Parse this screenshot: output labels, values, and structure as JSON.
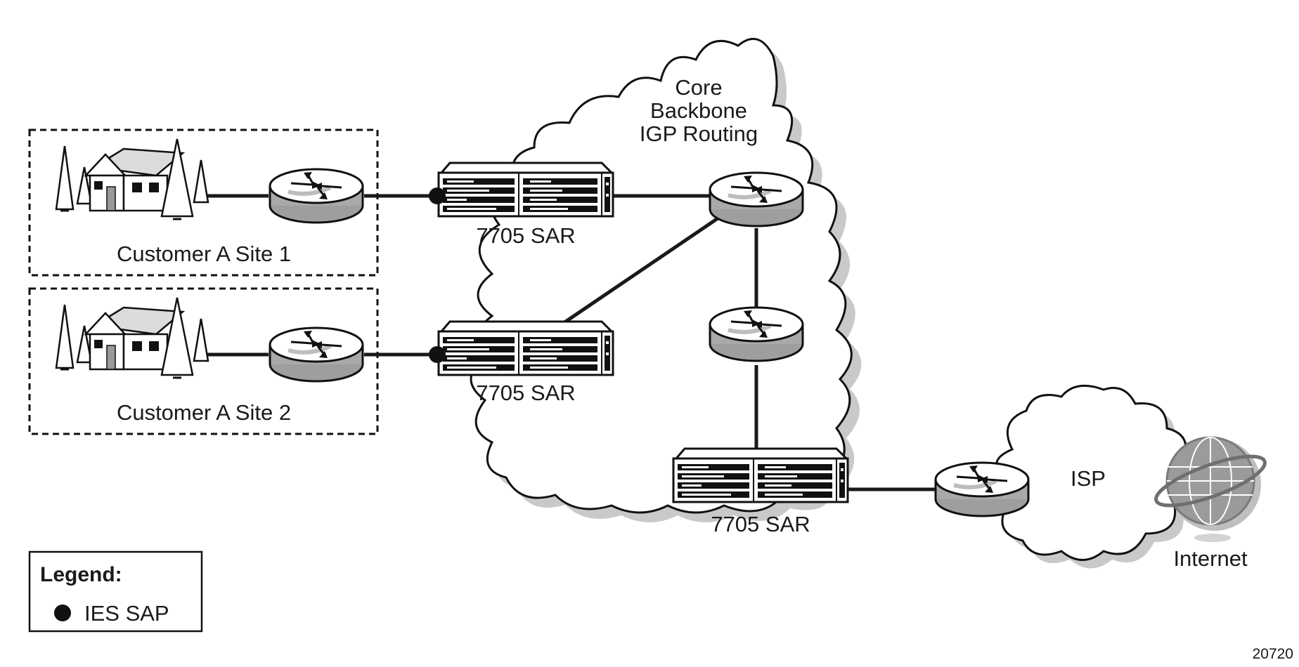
{
  "core_cloud": {
    "label_lines": [
      "Core",
      "Backbone",
      "IGP Routing"
    ]
  },
  "sites": [
    {
      "label": "Customer A Site 1"
    },
    {
      "label": "Customer A Site 2"
    }
  ],
  "devices": {
    "sar_label": "7705 SAR"
  },
  "isp": {
    "label": "ISP"
  },
  "internet": {
    "label": "Internet"
  },
  "legend": {
    "title": "Legend:",
    "items": [
      {
        "symbol": "filled-circle",
        "label": "IES SAP"
      }
    ]
  },
  "figure_id": "20720"
}
